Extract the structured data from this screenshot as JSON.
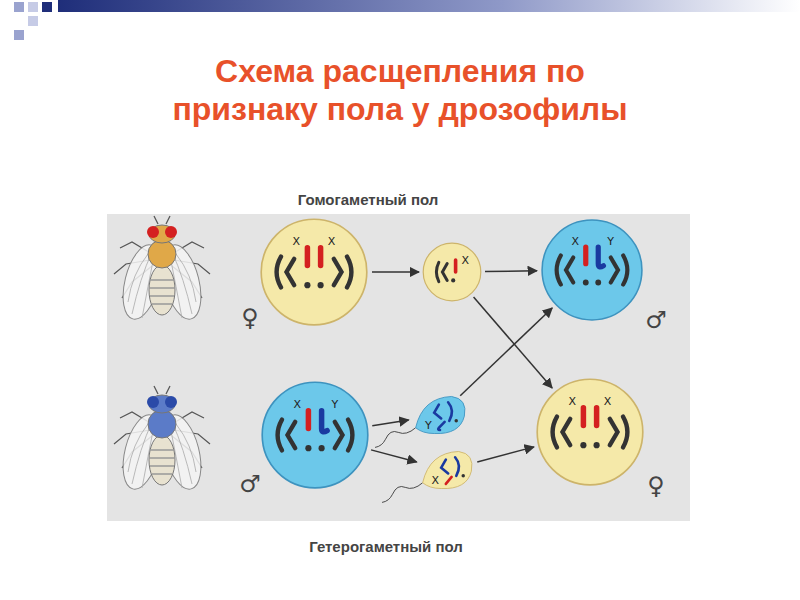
{
  "diagram": {
    "title": "Схема расщепления по признаку пола у дрозофилы",
    "nodes": [
      {
        "text": [
          "X",
          "X"
        ]
      },
      {
        "text": [
          "X"
        ]
      },
      {
        "text": [
          "X",
          "Y"
        ]
      },
      {
        "text": [
          "X",
          "Y"
        ]
      },
      {
        "text": [
          "Y"
        ]
      },
      {
        "text": [
          "X"
        ]
      },
      {
        "text": [
          "X",
          "X"
        ]
      }
    ],
    "edges": [
      {
        "from": 0,
        "to": 1,
        "arrow": "to"
      },
      {
        "from": 1,
        "to": 2,
        "arrow": "to"
      },
      {
        "from": 1,
        "to": 6,
        "arrow": "to"
      },
      {
        "from": 3,
        "to": 4,
        "arrow": "to"
      },
      {
        "from": 3,
        "to": 5,
        "arrow": "to"
      },
      {
        "from": 4,
        "to": 2,
        "arrow": "to"
      },
      {
        "from": 5,
        "to": 6,
        "arrow": "to"
      }
    ],
    "labels": [
      "Гомогаметный пол",
      "♀",
      "♂",
      "♂",
      "♀",
      "Гетерогаметный пол"
    ]
  }
}
